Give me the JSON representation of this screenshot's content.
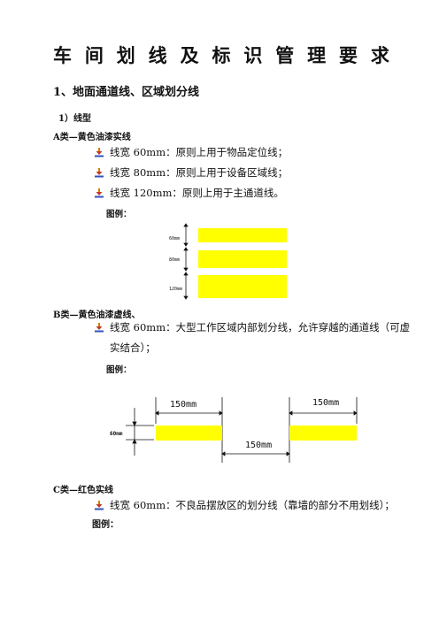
{
  "doc": {
    "title_chars": [
      "车",
      "间",
      "划",
      "线",
      "及",
      "标",
      "识",
      "管",
      "理",
      "要",
      "求"
    ],
    "section1": "1、地面通道线、区域划分线",
    "sub1": "1）线型",
    "groupA": {
      "heading": "A类—黄色油漆实线",
      "items": [
        "线宽  60mm：原则上用于物品定位线；",
        "线宽  80mm：原则上用于设备区域线；",
        "线宽 120mm：原则上用于主通道线。"
      ],
      "example_label": "图例：",
      "diagram_labels": [
        "60mm",
        "80mm",
        "120mm"
      ]
    },
    "groupB": {
      "heading": "B类—黄色油漆虚线、",
      "item_line1": "线宽 60mm：大型工作区域内部划分线，允许穿越的通道线（可虚",
      "item_line2": "实结合）；",
      "example_label": "图例：",
      "dim_top_left": "150mm",
      "dim_top_right": "150mm",
      "dim_gap": "150mm",
      "dim_height": "60mm"
    },
    "groupC": {
      "heading": "C类—红色实线",
      "item": "线宽 60mm：不良品摆放区的划分线（靠墙的部分不用划线）；",
      "example_label": "图例："
    },
    "colors": {
      "yellow": "#ffff00",
      "text": "#111111"
    },
    "icons": [
      "bullet-arrow-icon"
    ]
  }
}
